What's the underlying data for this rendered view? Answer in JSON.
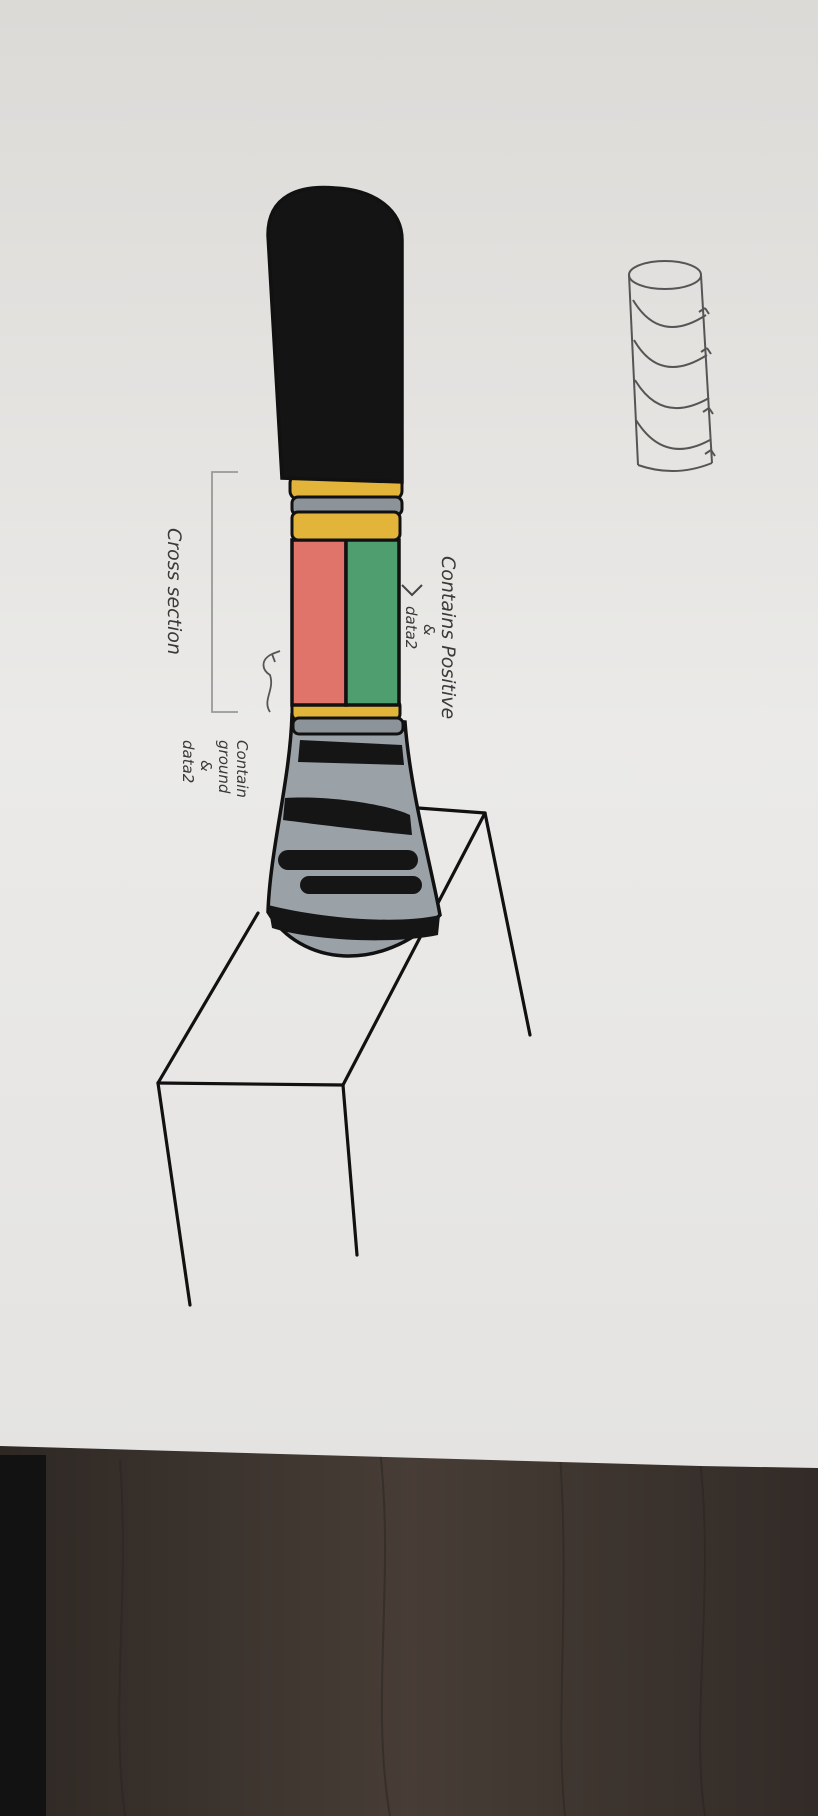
{
  "annotations": {
    "cross_section": "Cross section",
    "contains_positive": "Contains Positive",
    "contains_positive_and": "&",
    "contains_positive_data": "data2",
    "contains_ground": "Contain",
    "contains_ground_2": "ground",
    "contains_ground_and": "&",
    "contains_ground_data": "data2"
  },
  "colors": {
    "paper": "#e9e8e6",
    "table": "#3a322d",
    "cap": "#141414",
    "ring": "#e2b53a",
    "ring_gray": "#8c949a",
    "positive": "#e0736a",
    "data": "#4f9e6f",
    "grip": "#9aa2a8",
    "ink": "#111111"
  },
  "icons": [
    "coil-cylinder-icon",
    "arrow-down-icon"
  ]
}
